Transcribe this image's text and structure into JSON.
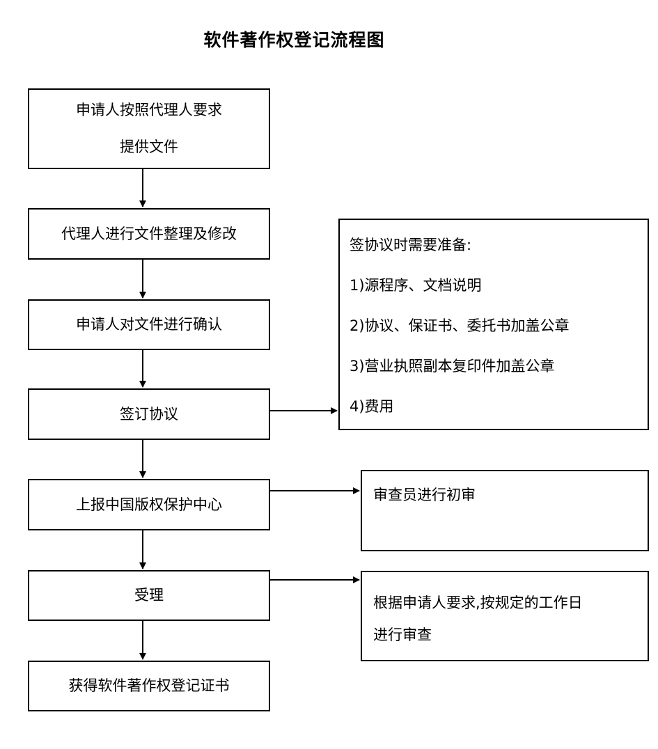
{
  "title": "软件著作权登记流程图",
  "steps": [
    {
      "line1": "申请人按照代理人要求",
      "line2": "提供文件"
    },
    {
      "text": "代理人进行文件整理及修改"
    },
    {
      "text": "申请人对文件进行确认"
    },
    {
      "text": "签订协议"
    },
    {
      "text": "上报中国版权保护中心"
    },
    {
      "text": "受理"
    },
    {
      "text": "获得软件著作权登记证书"
    }
  ],
  "notes": {
    "agreement": {
      "heading": "签协议时需要准备:",
      "items": [
        "1)源程序、文档说明",
        "2)协议、保证书、委托书加盖公章",
        "3)营业执照副本复印件加盖公章",
        "4)费用"
      ]
    },
    "review": {
      "text": "审查员进行初审"
    },
    "acceptance": {
      "line1": "根据申请人要求,按规定的工作日",
      "line2": "进行审查"
    }
  }
}
